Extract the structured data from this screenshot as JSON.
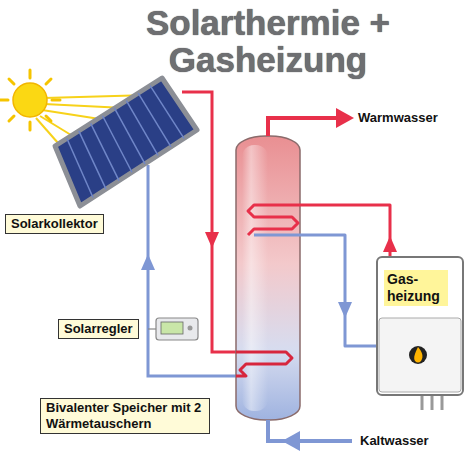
{
  "diagram": {
    "title": "Solarthermie + Gasheizung",
    "nodes": [
      {
        "text": [
          "Solarkollektor"
        ]
      },
      {
        "text": [
          "Solarregler"
        ]
      },
      {
        "text": [
          "Bivalenter Speicher mit 2 Wärmetauschern"
        ]
      },
      {
        "text": [
          "Gas- heizung"
        ]
      }
    ],
    "labels": [
      "Warmwasser",
      "Kaltwasser"
    ]
  }
}
